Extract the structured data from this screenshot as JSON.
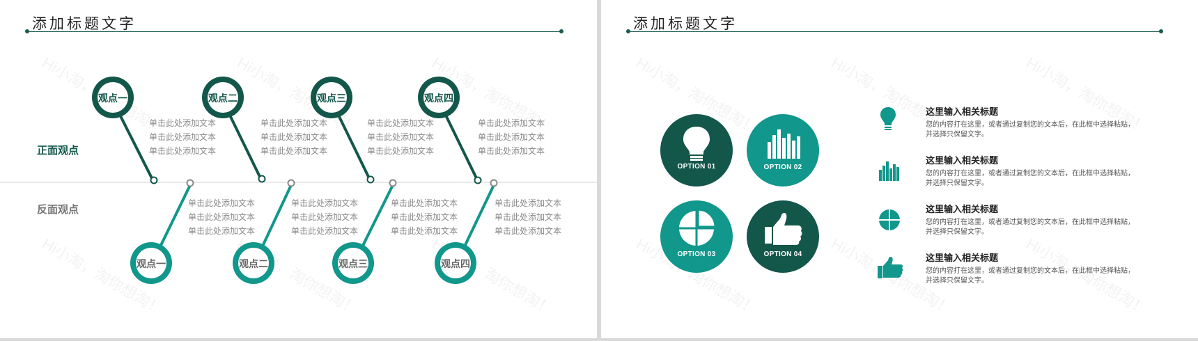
{
  "left_slide": {
    "title": "添加标题文字",
    "positive_label": "正面观点",
    "negative_label": "反面观点",
    "top_pins": [
      {
        "label": "观点一",
        "lines": [
          "单击此处添加文本",
          "单击此处添加文本",
          "单击此处添加文本"
        ]
      },
      {
        "label": "观点二",
        "lines": [
          "单击此处添加文本",
          "单击此处添加文本",
          "单击此处添加文本"
        ]
      },
      {
        "label": "观点三",
        "lines": [
          "单击此处添加文本",
          "单击此处添加文本",
          "单击此处添加文本"
        ]
      },
      {
        "label": "观点四",
        "lines": [
          "单击此处添加文本",
          "单击此处添加文本",
          "单击此处添加文本"
        ]
      }
    ],
    "bottom_pins": [
      {
        "label": "观点一",
        "lines": [
          "单击此处添加文本",
          "单击此处添加文本",
          "单击此处添加文本"
        ]
      },
      {
        "label": "观点二",
        "lines": [
          "单击此处添加文本",
          "单击此处添加文本",
          "单击此处添加文本"
        ]
      },
      {
        "label": "观点三",
        "lines": [
          "单击此处添加文本",
          "单击此处添加文本",
          "单击此处添加文本"
        ]
      },
      {
        "label": "观点四",
        "lines": [
          "单击此处添加文本",
          "单击此处添加文本",
          "单击此处添加文本"
        ]
      }
    ]
  },
  "right_slide": {
    "title": "添加标题文字",
    "options": [
      {
        "label": "OPTION 01",
        "icon": "lightbulb-icon",
        "color": "#13574b"
      },
      {
        "label": "OPTION 02",
        "icon": "bar-chart-icon",
        "color": "#11978b"
      },
      {
        "label": "OPTION 03",
        "icon": "pie-chart-icon",
        "color": "#11978b"
      },
      {
        "label": "OPTION 04",
        "icon": "thumbs-up-icon",
        "color": "#13574b"
      }
    ],
    "items": [
      {
        "icon": "lightbulb-icon",
        "title": "这里输入相关标题",
        "desc1": "您的内容打在这里，或者通过复制您的文本后，在此框中选择粘贴，",
        "desc2": "并选择只保留文字。"
      },
      {
        "icon": "bar-chart-icon",
        "title": "这里输入相关标题",
        "desc1": "您的内容打在这里，或者通过复制您的文本后，在此框中选择粘贴，",
        "desc2": "并选择只保留文字。"
      },
      {
        "icon": "pie-chart-icon",
        "title": "这里输入相关标题",
        "desc1": "您的内容打在这里，或者通过复制您的文本后，在此框中选择粘贴，",
        "desc2": "并选择只保留文字。"
      },
      {
        "icon": "thumbs-up-icon",
        "title": "这里输入相关标题",
        "desc1": "您的内容打在这里，或者通过复制您的文本后，在此框中选择粘贴，",
        "desc2": "并选择只保留文字。"
      }
    ]
  },
  "watermark": "Hi小淘，淘你想淘！",
  "colors": {
    "dark_green": "#13574b",
    "teal": "#11978b",
    "gray_text": "#8a8a8a"
  }
}
